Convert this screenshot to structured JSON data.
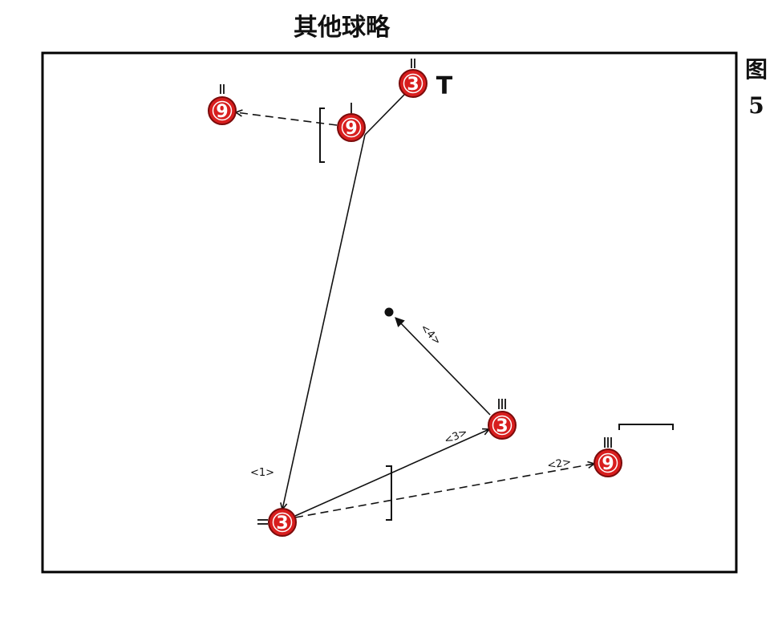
{
  "title": "其他球略",
  "side_label": {
    "line1": "图",
    "line2": "5"
  },
  "colors": {
    "token_fill": "#d81e1e",
    "token_stroke": "#7a0a0a",
    "line": "#111111",
    "court": "#000000"
  },
  "players": [
    {
      "id": "p3-top",
      "number": "3"
    },
    {
      "id": "p9-topleft",
      "number": "9"
    },
    {
      "id": "p9-topmid",
      "number": "9"
    },
    {
      "id": "p3-right",
      "number": "3"
    },
    {
      "id": "p9-right",
      "number": "9"
    },
    {
      "id": "p3-bottom",
      "number": "3"
    }
  ],
  "screen_marker": "T",
  "steps": [
    "<1>",
    "<2>",
    "<3>",
    "<4>"
  ]
}
